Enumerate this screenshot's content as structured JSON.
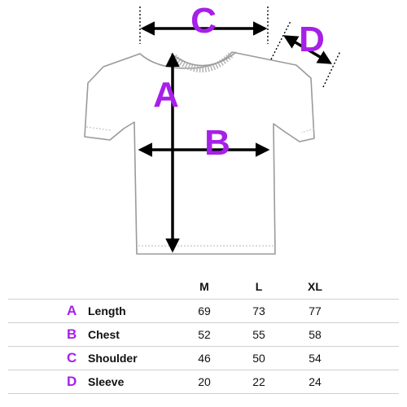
{
  "accent_color": "#a620e8",
  "diagram": {
    "labels": {
      "a": "A",
      "b": "B",
      "c": "C",
      "d": "D"
    }
  },
  "table": {
    "sizes": [
      "M",
      "L",
      "XL"
    ],
    "rows": [
      {
        "letter": "A",
        "label": "Length",
        "values": [
          "69",
          "73",
          "77"
        ]
      },
      {
        "letter": "B",
        "label": "Chest",
        "values": [
          "52",
          "55",
          "58"
        ]
      },
      {
        "letter": "C",
        "label": "Shoulder",
        "values": [
          "46",
          "50",
          "54"
        ]
      },
      {
        "letter": "D",
        "label": "Sleeve",
        "values": [
          "20",
          "22",
          "24"
        ]
      }
    ]
  }
}
